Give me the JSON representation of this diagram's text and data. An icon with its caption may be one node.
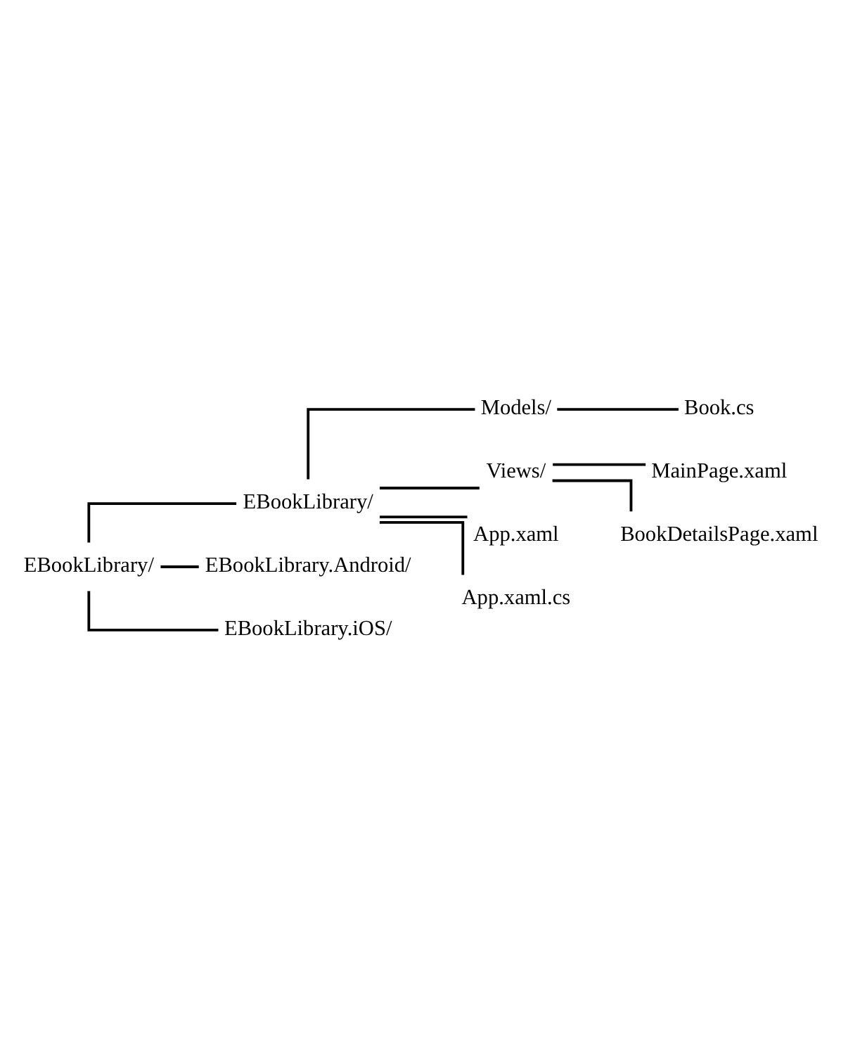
{
  "diagram": {
    "nodes": [
      {
        "text": [
          "EBookLibrary/"
        ]
      },
      {
        "text": [
          "EBookLibrary/"
        ]
      },
      {
        "text": [
          "Models/"
        ]
      },
      {
        "text": [
          "Book.cs"
        ]
      },
      {
        "text": [
          "Views/"
        ]
      },
      {
        "text": [
          "MainPage.xaml"
        ]
      },
      {
        "text": [
          "BookDetailsPage.xaml"
        ]
      },
      {
        "text": [
          "App.xaml"
        ]
      },
      {
        "text": [
          "App.xaml.cs"
        ]
      },
      {
        "text": [
          "EBookLibrary.Android/"
        ]
      },
      {
        "text": [
          "EBookLibrary.iOS/"
        ]
      }
    ],
    "edges": [
      {
        "from": 0,
        "to": 1,
        "arrow": "none"
      },
      {
        "from": 1,
        "to": 2,
        "arrow": "none"
      },
      {
        "from": 2,
        "to": 3,
        "arrow": "none"
      },
      {
        "from": 1,
        "to": 4,
        "arrow": "none"
      },
      {
        "from": 4,
        "to": 5,
        "arrow": "none"
      },
      {
        "from": 4,
        "to": 6,
        "arrow": "none"
      },
      {
        "from": 1,
        "to": 7,
        "arrow": "none"
      },
      {
        "from": 1,
        "to": 8,
        "arrow": "none"
      },
      {
        "from": 0,
        "to": 9,
        "arrow": "none"
      },
      {
        "from": 0,
        "to": 10,
        "arrow": "none"
      }
    ]
  }
}
